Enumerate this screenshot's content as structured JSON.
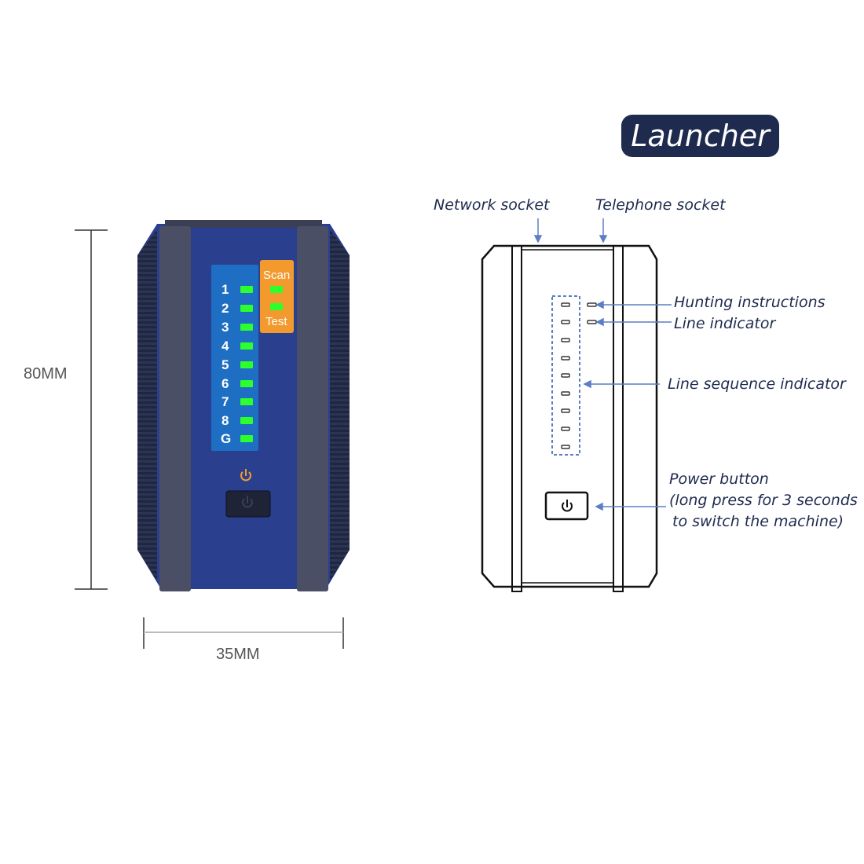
{
  "title": "Launcher",
  "dimensions": {
    "height": "80MM",
    "width": "35MM"
  },
  "device": {
    "channels": [
      "1",
      "2",
      "3",
      "4",
      "5",
      "6",
      "7",
      "8",
      "G"
    ],
    "mode_labels": {
      "scan": "Scan",
      "test": "Test"
    },
    "led_color": "#2cff2c",
    "body_color": "#2b3f8f",
    "accent_color": "#f29a2e"
  },
  "callouts": {
    "network_socket": "Network socket",
    "telephone_socket": "Telephone socket",
    "hunting_instructions": "Hunting instructions",
    "line_indicator": "Line indicator",
    "line_sequence_indicator": "Line sequence indicator",
    "power_button_line1": "Power button",
    "power_button_line2": "(long press for 3 seconds",
    "power_button_line3": "to switch the machine)"
  },
  "colors": {
    "title_bg": "#1e2a4e",
    "callout_text": "#1e2a4e",
    "arrow": "#5b7fc4"
  }
}
